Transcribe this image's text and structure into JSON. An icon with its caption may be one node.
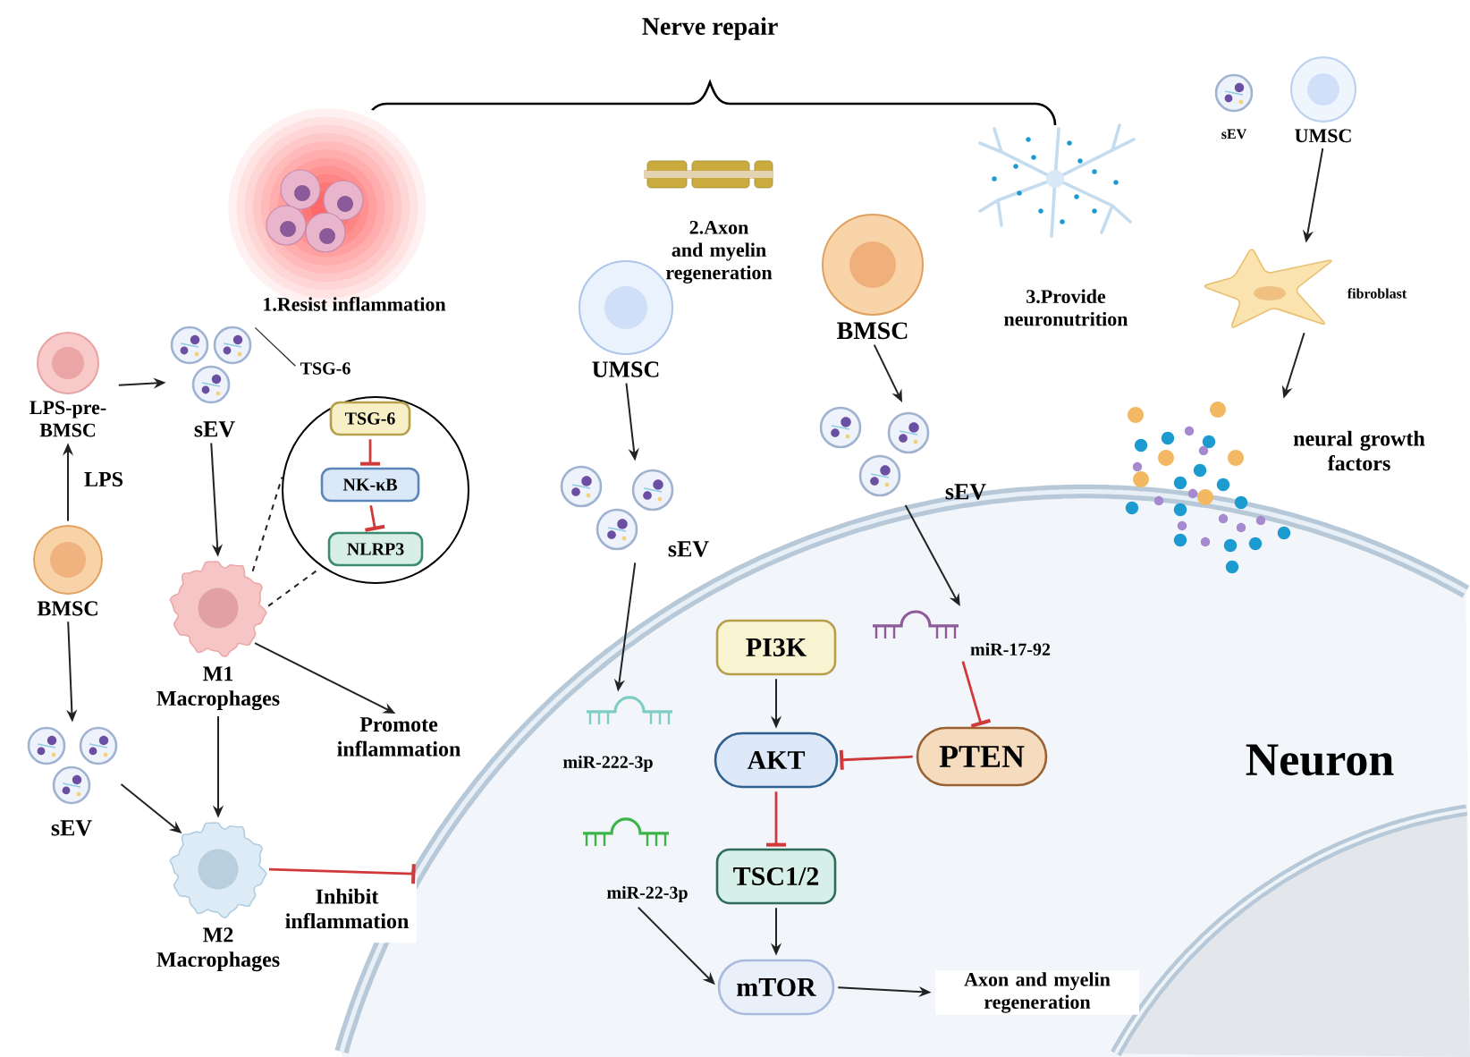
{
  "diagram": {
    "nodes": [
      {
        "text": [
          "LPS-pre-BMSC"
        ]
      },
      {
        "text": [
          "sEV"
        ]
      },
      {
        "text": [
          "TSG-6"
        ]
      },
      {
        "text": [
          "BMSC"
        ]
      },
      {
        "text": [
          "sEV"
        ]
      },
      {
        "text": [
          "M1 Macrophages"
        ]
      },
      {
        "text": [],
        "shape": "circle"
      },
      {
        "text": [
          "TSG-6"
        ],
        "in": 6
      },
      {
        "text": [
          "NK-κB"
        ],
        "in": 6
      },
      {
        "text": [
          "NLRP3"
        ],
        "in": 6
      },
      {
        "text": [
          "Promote inflammation"
        ]
      },
      {
        "text": [
          "M2 Macrophages"
        ]
      },
      {
        "text": [
          "Inhibit inflammation"
        ]
      },
      {
        "text": [
          "UMSC"
        ]
      },
      {
        "text": [
          "BMSC"
        ]
      },
      {
        "text": [
          "sEV"
        ]
      },
      {
        "text": [
          "sEV"
        ]
      },
      {
        "text": [
          "Neuron"
        ]
      },
      {
        "text": [
          "miR-222-3p"
        ],
        "in": 17
      },
      {
        "text": [
          "miR-17-92"
        ],
        "in": 17
      },
      {
        "text": [
          "PI3K"
        ],
        "in": 17
      },
      {
        "text": [
          "AKT"
        ],
        "in": 17
      },
      {
        "text": [
          "PTEN"
        ],
        "in": 17
      },
      {
        "text": [
          "miR-22-3p"
        ],
        "in": 17
      },
      {
        "text": [
          "TSC1/2"
        ],
        "in": 17
      },
      {
        "text": [
          "mTOR"
        ],
        "in": 17
      },
      {
        "text": [
          "Axon and myelin regeneration"
        ],
        "in": 17
      },
      {
        "text": [
          "sEV"
        ]
      },
      {
        "text": [
          "UMSC"
        ]
      },
      {
        "text": [
          "fibroblast"
        ]
      },
      {
        "text": [
          "neural growth factors"
        ]
      }
    ],
    "edges": [
      {
        "from": 0,
        "to": 1,
        "arrow": "to"
      },
      {
        "from": 2,
        "to": 1,
        "arrow": "none"
      },
      {
        "from": 3,
        "to": 0,
        "arrow": "to",
        "label": "LPS"
      },
      {
        "from": 3,
        "to": 4,
        "arrow": "to"
      },
      {
        "from": 1,
        "to": 5,
        "arrow": "to"
      },
      {
        "from": 4,
        "to": 11,
        "arrow": "to"
      },
      {
        "from": 5,
        "to": 11,
        "arrow": "to"
      },
      {
        "from": 5,
        "to": 10,
        "arrow": "to"
      },
      {
        "from": 11,
        "to": 12,
        "arrow": "other",
        "color": "#d0393a"
      },
      {
        "from": 5,
        "to": 6,
        "arrow": "none",
        "style": "dashed"
      },
      {
        "from": 5,
        "to": 6,
        "arrow": "none",
        "style": "dashed"
      },
      {
        "from": 7,
        "to": 8,
        "arrow": "other",
        "color": "#d0393a"
      },
      {
        "from": 8,
        "to": 9,
        "arrow": "other",
        "color": "#d0393a"
      },
      {
        "from": 13,
        "to": 15,
        "arrow": "to"
      },
      {
        "from": 14,
        "to": 16,
        "arrow": "to"
      },
      {
        "from": 15,
        "to": 18,
        "arrow": "to"
      },
      {
        "from": 23,
        "to": 25,
        "arrow": "to"
      },
      {
        "from": 16,
        "to": 19,
        "arrow": "to"
      },
      {
        "from": 19,
        "to": 22,
        "arrow": "other",
        "color": "#d0393a"
      },
      {
        "from": 20,
        "to": 21,
        "arrow": "to"
      },
      {
        "from": 22,
        "to": 21,
        "arrow": "other",
        "color": "#d0393a"
      },
      {
        "from": 21,
        "to": 24,
        "arrow": "other",
        "color": "#d0393a"
      },
      {
        "from": 24,
        "to": 25,
        "arrow": "to"
      },
      {
        "from": 25,
        "to": 26,
        "arrow": "to"
      },
      {
        "from": 28,
        "to": 29,
        "arrow": "to"
      },
      {
        "from": 29,
        "to": 30,
        "arrow": "to"
      }
    ],
    "labels": [
      "Nerve repair",
      "1.Resist inflammation",
      "2.Axon and myelin regeneration",
      "3.Provide neuronutrition"
    ]
  }
}
